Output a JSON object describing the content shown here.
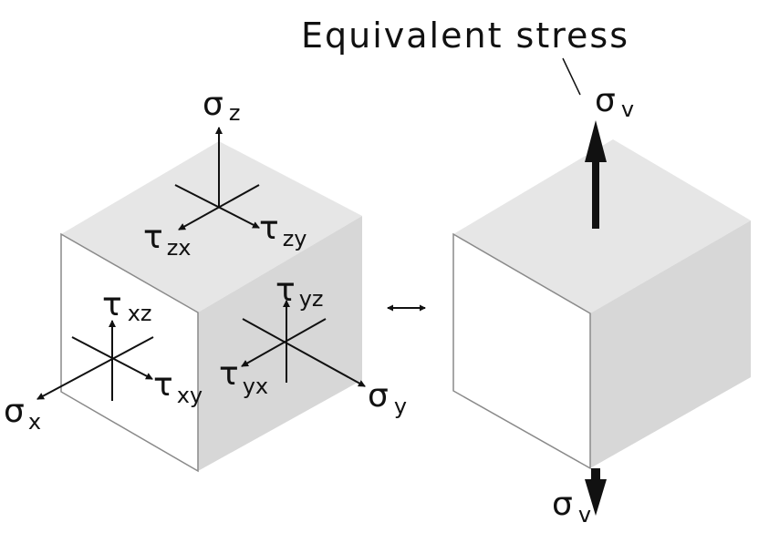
{
  "title": "Equivalent stress",
  "equivalence_symbol": "↔",
  "colors": {
    "front_face": "#ffffff",
    "top_face": "#e6e6e6",
    "side_face": "#d7d7d7",
    "edge": "#8a8a8a",
    "ink": "#111111"
  },
  "left_cube": {
    "sigma_z": {
      "sym": "σ",
      "sub": "z"
    },
    "tau_zx": {
      "sym": "τ",
      "sub": "zx"
    },
    "tau_zy": {
      "sym": "τ",
      "sub": "zy"
    },
    "tau_xz": {
      "sym": "τ",
      "sub": "xz"
    },
    "tau_xy": {
      "sym": "τ",
      "sub": "xy"
    },
    "sigma_x": {
      "sym": "σ",
      "sub": "x"
    },
    "tau_yz": {
      "sym": "τ",
      "sub": "yz"
    },
    "tau_yx": {
      "sym": "τ",
      "sub": "yx"
    },
    "sigma_y": {
      "sym": "σ",
      "sub": "y"
    }
  },
  "right_cube": {
    "sigma_v_top": {
      "sym": "σ",
      "sub": "v"
    },
    "sigma_v_bottom": {
      "sym": "σ",
      "sub": "v"
    }
  }
}
